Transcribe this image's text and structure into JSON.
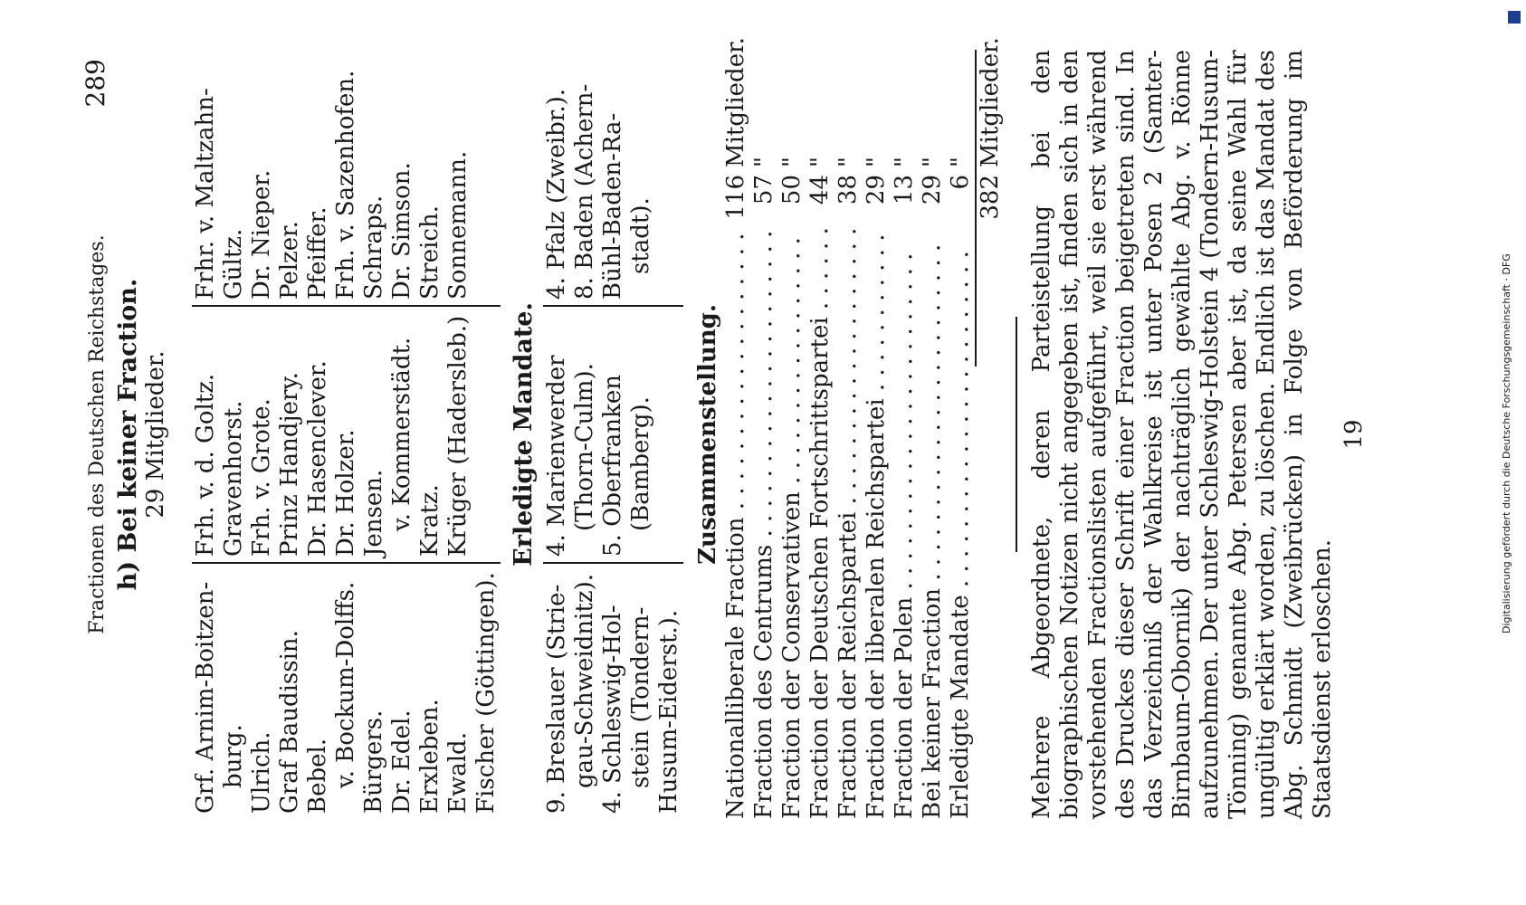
{
  "header": {
    "title": "Fractionen des Deutschen Reichstages.",
    "page_number": "289"
  },
  "section_h": {
    "title": "h) Bei keiner Fraction.",
    "count": "29 Mitglieder.",
    "col1": [
      "Grf. Arnim-Boitzen-",
      "burg.",
      "Ulrich.",
      "Graf Baudissin.",
      "Bebel.",
      "v. Bockum-Dolffs.",
      "Bürgers.",
      "Dr. Edel.",
      "Erxleben.",
      "Ewald.",
      "Fischer (Göttingen)."
    ],
    "col2": [
      "Frh. v. d. Goltz.",
      "Gravenhorst.",
      "Frh. v. Grote.",
      "Prinz Handjery.",
      "Dr. Hasenclever.",
      "Dr. Holzer.",
      "Jensen.",
      "v. Kommerstädt.",
      "Kratz.",
      "Krüger (Hadersleb.)"
    ],
    "col3": [
      "Frhr. v. Maltzahn-",
      "Gültz.",
      "Dr. Nieper.",
      "Pelzer.",
      "Pfeiffer.",
      "Frh. v. Sazenhofen.",
      "Schraps.",
      "Dr. Simson.",
      "Streich.",
      "Sonnemann."
    ]
  },
  "erledigte": {
    "title": "Erledigte Mandate.",
    "col1": [
      "9. Breslauer (Strie-",
      "gau-Schweidnitz).",
      "4. Schleswig-Hol-",
      "stein (Tondern-",
      "Husum-Eiderst.)."
    ],
    "col2": [
      "4. Marienwerder",
      "(Thorn-Culm).",
      "5. Oberfranken",
      "(Bamberg)."
    ],
    "col3": [
      "4. Pfalz (Zweibr.).",
      "8. Baden (Achern-",
      "Bühl-Baden-Ra-",
      "stadt)."
    ]
  },
  "summary": {
    "title": "Zusammenstellung.",
    "rows": [
      {
        "label": "Nationalliberale Fraction",
        "value": "116",
        "unit": "Mitglieder."
      },
      {
        "label": "Fraction des Centrums",
        "value": "57",
        "unit": "\""
      },
      {
        "label": "Fraction der Conservativen",
        "value": "50",
        "unit": "\""
      },
      {
        "label": "Fraction der Deutschen Fortschrittspartei",
        "value": "44",
        "unit": "\""
      },
      {
        "label": "Fraction der Reichspartei",
        "value": "38",
        "unit": "\""
      },
      {
        "label": "Fraction der liberalen Reichspartei",
        "value": "29",
        "unit": "\""
      },
      {
        "label": "Fraction der Polen",
        "value": "13",
        "unit": "\""
      },
      {
        "label": "Bei keiner Fraction",
        "value": "29",
        "unit": "\""
      },
      {
        "label": "Erledigte Mandate",
        "value": "6",
        "unit": "\""
      }
    ],
    "total_value": "382",
    "total_unit": "Mitglieder."
  },
  "paragraph": "Mehrere Abgeordnete, deren Parteistellung bei den biographischen Notizen nicht angegeben ist, finden sich in den vorstehenden Fractionslisten aufgeführt, weil sie erst während des Druckes dieser Schrift einer Fraction beigetreten sind. In das Verzeichniß der Wahlkreise ist unter Posen 2 (Samter-Birnbaum-Obornik) der nachträglich gewählte Abg. v. Rönne aufzunehmen. Der unter Schleswig-Holstein 4 (Tondern-Husum-Tönning) genannte Abg. Petersen aber ist, da seine Wahl für ungültig erklärt worden, zu löschen. Endlich ist das Mandat des Abg. Schmidt (Zweibrücken) in Folge von Beförderung im Staatsdienst erloschen.",
  "signature_number": "19",
  "footer_credit": "Digitalisierung gefördert durch die Deutsche Forschungsgemeinschaft · DFG"
}
